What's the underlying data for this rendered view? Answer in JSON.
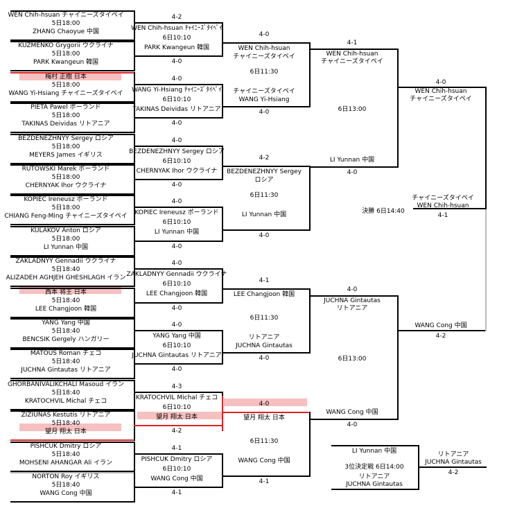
{
  "r1": [
    {
      "a": "WEN Chih-hsuan チャイニーズタイペイ",
      "t": "5日18:00",
      "b": "ZHANG Chaoyue 中国"
    },
    {
      "a": "KUZMENKO Grygorii ウクライナ",
      "t": "5日18:00",
      "b": "PARK Kwangeun 韓国"
    },
    {
      "a": "梅村 正樹 日本",
      "t": "5日18:00",
      "b": "WANG Yi-Hsiang チャイニーズタイペイ"
    },
    {
      "a": "PIETA Pawel ポーランド",
      "t": "5日18:00",
      "b": "TAKINAS Deividas リトアニア"
    },
    {
      "a": "BEZDENEZHNYY Sergey ロシア",
      "t": "5日18:00",
      "b": "MEYERS James イギリス"
    },
    {
      "a": "RUTOWSKI Marek ポーランド",
      "t": "5日18:00",
      "b": "CHERNYAK Ihor ウクライナ"
    },
    {
      "a": "KOPIEC Ireneusz ポーランド",
      "t": "5日18:00",
      "b": "CHIANG Feng-Ming チャイニーズタイペイ"
    },
    {
      "a": "KULAKOV Anton ロシア",
      "t": "5日18:00",
      "b": "LI Yunnan 中国"
    },
    {
      "a": "ZAKLADNYY Gennadii ウクライナ",
      "t": "5日18:40",
      "b": "ALIZADEH AGHJEH GHESHLAGH イラン"
    },
    {
      "a": "西本 将王 日本",
      "t": "5日18:40",
      "b": "LEE Changjoon 韓国"
    },
    {
      "a": "YANG Yang 中国",
      "t": "5日18:40",
      "b": "BENCSIK Gergely ハンガリー"
    },
    {
      "a": "MATOUS Roman チェコ",
      "t": "5日18:40",
      "b": "JUCHNA Gintautas リトアニア"
    },
    {
      "a": "GHORBANIVALIKCHALI Masoud イラン",
      "t": "5日18:40",
      "b": "KRATOCHVIL Michal チェコ"
    },
    {
      "a": "ZIZIUNAS Kestutis リトアニア",
      "t": "5日18:40",
      "b": "望月 翔太 日本"
    },
    {
      "a": "PISHCUK Dmitry ロシア",
      "t": "5日18:40",
      "b": "MOHSENI AHANGAR Ali イラン"
    },
    {
      "a": "NORTON Roy イギリス",
      "t": "5日18:40",
      "b": "WANG Cong 中国"
    }
  ],
  "r2": [
    {
      "s1": "4-2",
      "a": "WEN Chih-hsuan ﾁｬｲﾆｰｽﾞﾀｲﾍﾟｲ",
      "t": "6日10:10",
      "b": "PARK Kwangeun 韓国",
      "s2": "4-0"
    },
    {
      "s1": "4-0",
      "a": "WANG Yi-Hsiang ﾁｬｲﾆｰｽﾞﾀｲﾍﾟｲ",
      "t": "6日10:10",
      "b": "TAKINAS Deividas リトアニア",
      "s2": "4-0"
    },
    {
      "s1": "4-0",
      "a": "BEZDENEZHNYY Sergey ロシア",
      "t": "6日10:10",
      "b": "CHERNYAK Ihor ウクライナ",
      "s2": "4-0"
    },
    {
      "s1": "4-0",
      "a": "KOPIEC Ireneusz ポーランド",
      "t": "6日10:10",
      "b": "LI Yunnan 中国",
      "s2": "4-0"
    },
    {
      "s1": "4-0",
      "a": "ZAKLADNYY Gennadii ウクライナ",
      "t": "6日10:10",
      "b": "LEE Changjoon 韓国",
      "s2": "4-0"
    },
    {
      "s1": "4-0",
      "a": "YANG Yang 中国",
      "t": "6日10:10",
      "b": "JUCHNA Gintautas リトアニア",
      "s2": "4-0"
    },
    {
      "s1": "4-3",
      "a": "KRATOCHVIL Michal チェコ",
      "t": "6日10:10",
      "b": "望月 翔太 日本",
      "s2": "4-2"
    },
    {
      "s1": "4-1",
      "a": "PISHCUK Dmitry ロシア",
      "t": "6日10:10",
      "b": "WANG Cong 中国",
      "s2": "4-1"
    }
  ],
  "r3": [
    {
      "s1": "4-0",
      "a1": "WEN Chih-hsuan",
      "a2": "チャイニーズタイペイ",
      "t": "6日11:30",
      "b1": "チャイニーズタイペイ",
      "b2": "WANG Yi-Hsiang",
      "s2": "4-0"
    },
    {
      "s1": "4-2",
      "a1": "BEZDENEZHNYY Sergey",
      "a2": "ロシア",
      "t": "6日11:30",
      "b1": "LI Yunnan 中国",
      "b2": "",
      "s2": "4-0"
    },
    {
      "s1": "4-1",
      "a1": "LEE Changjoon 韓国",
      "a2": "",
      "t": "6日11:30",
      "b1": "リトアニア",
      "b2": "JUCHNA Gintautas",
      "s2": "4-0"
    },
    {
      "s1": "4-0",
      "a1": "望月 翔太 日本",
      "a2": "",
      "t": "6日11:30",
      "b1": "WANG Cong 中国",
      "b2": "",
      "s2": "4-1"
    }
  ],
  "r4": [
    {
      "s1": "4-1",
      "a1": "WEN Chih-hsuan",
      "a2": "チャイニーズタイペイ",
      "t": "6日13:00",
      "b1": "LI Yunnan 中国",
      "b2": "",
      "s2": "4-0"
    },
    {
      "s1": "4-0",
      "a1": "JUCHNA Gintautas",
      "a2": "リトアニア",
      "t": "6日13:00",
      "b1": "WANG Cong 中国",
      "b2": "",
      "s2": "4-0"
    }
  ],
  "semi": [
    {
      "s1": "4-0",
      "a1": "WEN Chih-hsuan",
      "a2": "チャイニーズタイペイ"
    },
    {
      "s1": "",
      "a1": "WANG Cong 中国",
      "a2": "",
      "s2": "4-2"
    }
  ],
  "final": {
    "label": "決勝 6日14:40",
    "w1": "チャイニーズタイペイ",
    "w2": "WEN Chih-hsuan",
    "score": "4-1"
  },
  "third": {
    "a": "LI Yunnan 中国",
    "label": "3位決定戦 6日14:00",
    "b1": "リトアニア",
    "b2": "JUCHNA Gintautas",
    "w1": "リトアニア",
    "w2": "JUCHNA Gintautas",
    "score": "4-2"
  }
}
